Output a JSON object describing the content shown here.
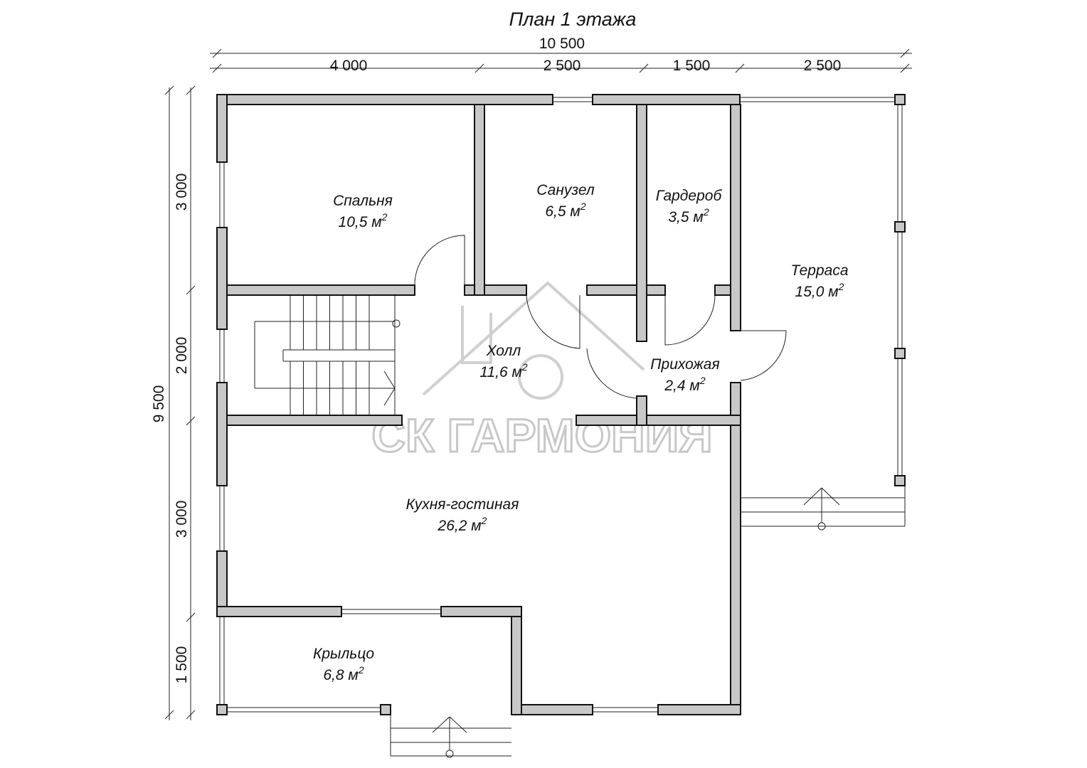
{
  "title": "План 1 этажа",
  "dimensions": {
    "total_width": "10 500",
    "top": [
      "4 000",
      "2 500",
      "1 500",
      "2 500"
    ],
    "total_height": "9 500",
    "left": [
      "3 000",
      "2 000",
      "3 000",
      "1 500"
    ]
  },
  "rooms": [
    {
      "name": "Спальня",
      "area": "10,5 м",
      "unit_sup": "2"
    },
    {
      "name": "Санузел",
      "area": "6,5 м",
      "unit_sup": "2"
    },
    {
      "name": "Гардероб",
      "area": "3,5 м",
      "unit_sup": "2"
    },
    {
      "name": "Терраса",
      "area": "15,0 м",
      "unit_sup": "2"
    },
    {
      "name": "Холл",
      "area": "11,6 м",
      "unit_sup": "2"
    },
    {
      "name": "Прихожая",
      "area": "2,4 м",
      "unit_sup": "2"
    },
    {
      "name": "Кухня-гостиная",
      "area": "26,2 м",
      "unit_sup": "2"
    },
    {
      "name": "Крыльцо",
      "area": "6,8 м",
      "unit_sup": "2"
    }
  ],
  "watermark": "СК ГАРМОНИЯ"
}
